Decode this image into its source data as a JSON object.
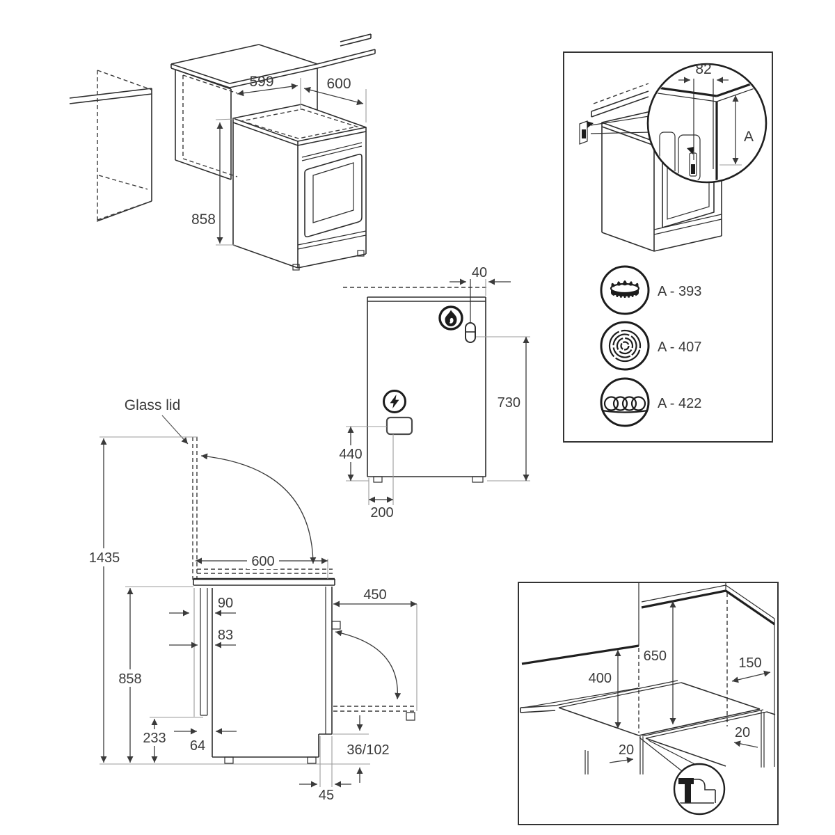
{
  "figure": {
    "title": "Freestanding cooker installation dimensions diagram",
    "units_note": ""
  },
  "iso_view": {
    "cutout_width": "599",
    "cooker_width": "600",
    "cooker_height": "858"
  },
  "bracket_panel": {
    "slot_width": "82",
    "height_ref": "A",
    "legend": [
      {
        "icon": "gas-burner-icon",
        "label": "A - 393"
      },
      {
        "icon": "radiant-zone-icon",
        "label": "A - 407"
      },
      {
        "icon": "coil-element-icon",
        "label": "A - 422"
      }
    ]
  },
  "rear_view": {
    "gas_offset": "40",
    "gas_height": "730",
    "cable_height": "440",
    "cable_offset": "200"
  },
  "side_view": {
    "lid_label": "Glass lid",
    "lid_open_height": "1435",
    "height": "858",
    "depth": "600",
    "rear_gap_top": "90",
    "rear_gap_mid": "83",
    "door_open_depth": "450",
    "recess_height": "233",
    "recess_depth": "64",
    "toe_clearance": "36/102",
    "toe_height": "45"
  },
  "clearance_view": {
    "adjacent_wall_height": "400",
    "hood_clearance": "650",
    "side_clearance": "150",
    "gap_left": "20",
    "gap_right": "20"
  }
}
